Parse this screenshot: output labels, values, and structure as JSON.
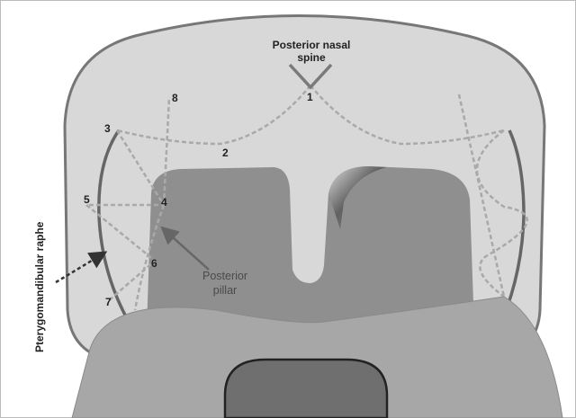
{
  "labels": {
    "posterior_nasal_spine_line1": "Posterior nasal",
    "posterior_nasal_spine_line2": "spine",
    "posterior_pillar_line1": "Posterior",
    "posterior_pillar_line2": "pillar",
    "pterygomandibular_raphe": "Pterygomandibular raphe"
  },
  "points": [
    "1",
    "2",
    "3",
    "4",
    "5",
    "6",
    "7",
    "8"
  ],
  "colors": {
    "palate": "#d8d8d8",
    "palate_outline": "#777777",
    "pharynx": "#8f8f8f",
    "tongue": "#a7a7a7",
    "airway": "#6f6f6f",
    "suture": "#a9a9a9",
    "arrow": "#333333"
  }
}
